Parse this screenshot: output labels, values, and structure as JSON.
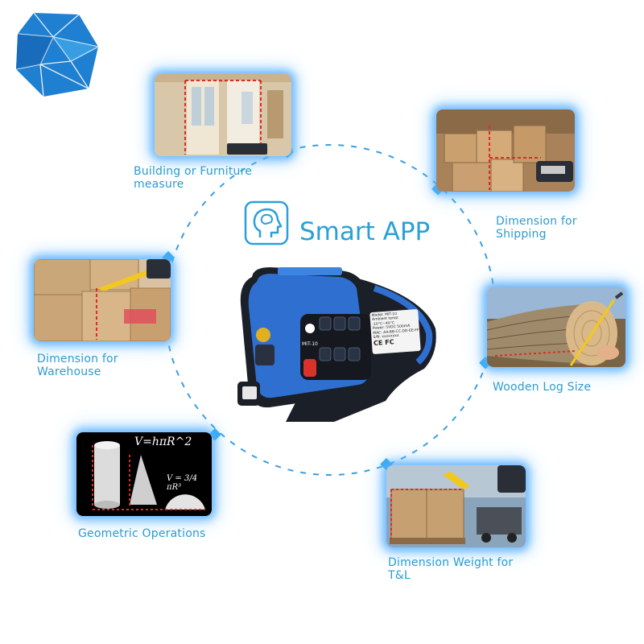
{
  "app": {
    "title": "Smart APP",
    "icon": "head-profile-icon"
  },
  "device": {
    "model_label": "MIT-10",
    "spec_lines": [
      "Model: MIT-10",
      "Ambient temp: -10°C~40°C",
      "Power: 5VDC 500mA",
      "MAC: AA-BB-CC-DD-EE-FF",
      "S/N: xxxxxxxx"
    ],
    "cert_marks": "CE FC"
  },
  "features": [
    {
      "id": "building",
      "label_lines": [
        "Building or Furniture",
        "measure"
      ]
    },
    {
      "id": "shipping",
      "label_lines": [
        "Dimension for",
        "Shipping"
      ]
    },
    {
      "id": "warehouse",
      "label_lines": [
        "Dimension for",
        "Warehouse"
      ]
    },
    {
      "id": "wooden-log",
      "label_lines": [
        "Wooden Log Size"
      ]
    },
    {
      "id": "geometric",
      "label_lines": [
        "Geometric Operations"
      ],
      "formulas": [
        "V=hπR^2",
        "V = 3/4 πR³"
      ]
    },
    {
      "id": "tl",
      "label_lines": [
        "Dimension Weight for",
        "T&L"
      ]
    }
  ],
  "colors": {
    "accent": "#2aa0d8",
    "label": "#2f9bd0",
    "device_blue": "#2f6fd0",
    "device_dark": "#1b1f27",
    "measure_red": "#d8322a"
  }
}
